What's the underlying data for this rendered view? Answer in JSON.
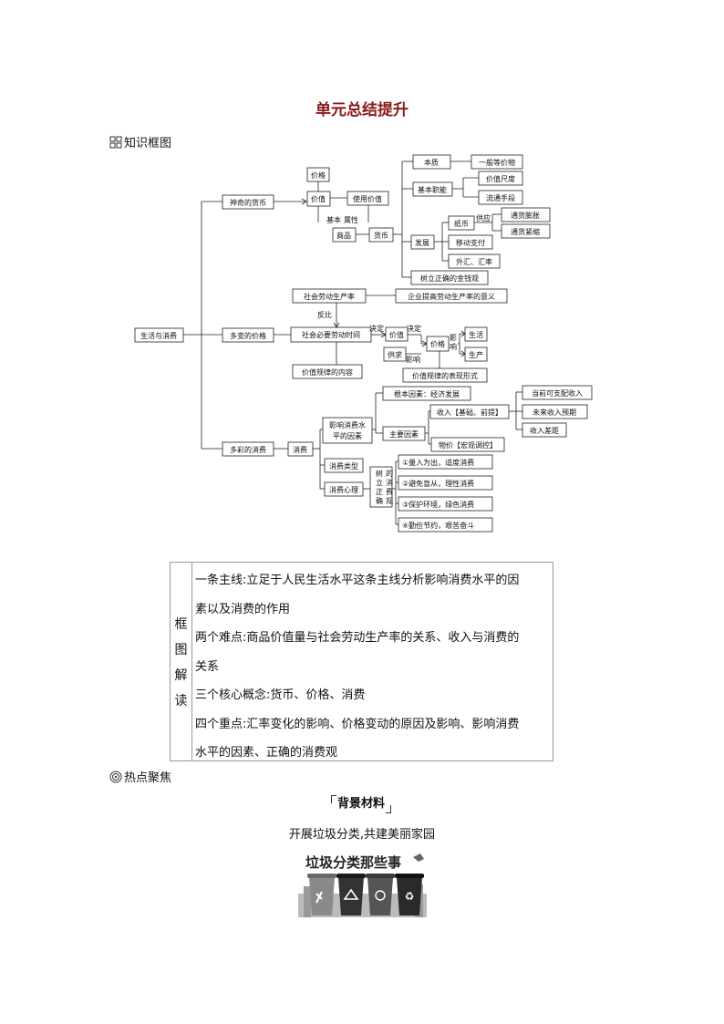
{
  "title": "单元总结提升",
  "section1": "知识框图",
  "section2": "热点聚焦",
  "mindmap": {
    "root": "生活与消费",
    "b1": "神奇的货币",
    "b2": "多变的价格",
    "b3": "多彩的消费",
    "jiage": "价格",
    "jiazhi": "价值",
    "shiyong": "使用价值",
    "jiben": "基本",
    "shuxing": "属性",
    "shangpin": "商品",
    "huobi": "货币",
    "benzhi": "本质",
    "yiban": "一般等价物",
    "jibenzhineng": "基本职能",
    "chidu": "价值尺度",
    "liutong": "流通手段",
    "fazhan": "发展",
    "zhibi": "纸币",
    "gongying": "供应",
    "pengzhang": "通货膨胀",
    "jinsuo": "通货紧缩",
    "yidong": "移动支付",
    "waihui": "外汇、汇率",
    "jinqianguan": "树立正确的金钱观",
    "shlds": "社会劳动生产率",
    "qiye": "企业提高劳动生产率的意义",
    "fanbi": "反比",
    "shbyldsj": "社会必要劳动时间",
    "jueding1": "决定",
    "jiazhi2": "价值",
    "jueding2": "决定",
    "gongqiu": "供求",
    "yingxiang": "影响",
    "jiage2": "价格",
    "ying": "影",
    "xiang": "响",
    "shenghuo": "生活",
    "shengchan": "生产",
    "jzgl_neirong": "价值规律的内容",
    "jzgl_xingshi": "价值规律的表现形式",
    "xiaofei": "消费",
    "yxxfsp1": "影响消费水",
    "yxxfsp2": "平的因素",
    "genben": "根本因素：经济发展",
    "zhuyao": "主要因素",
    "shouru": "收入【基础、前提】",
    "wujia": "物价【宏观调控】",
    "kezhipei": "当前可支配收入",
    "weilai": "未来收入预期",
    "chaju": "收入差距",
    "leixing": "消费类型",
    "xinli": "消费心理",
    "shuli": [
      "树",
      "立",
      "正",
      "确",
      "的",
      "消",
      "费",
      "观"
    ],
    "g1": "①量入为出，适度消费",
    "g2": "②避免盲从，理性消费",
    "g3": "③保护环境，绿色消费",
    "g4": "④勤俭节约，艰苦奋斗"
  },
  "interpretation": {
    "label": [
      "框",
      "图",
      "解",
      "读"
    ],
    "lines": [
      "一条主线:立足于人民生活水平这条主线分析影响消费水平的因",
      "素以及消费的作用",
      "两个难点:商品价值量与社会劳动生产率的关系、收入与消费的",
      "关系",
      "三个核心概念:货币、价格、消费",
      "四个重点:汇率变化的影响、价格变动的原因及影响、影响消费",
      "水平的因素、正确的消费观"
    ]
  },
  "background_label": "背景材料",
  "background_title": "开展垃圾分类,共建美丽家园",
  "banner_text": "垃圾分类那些事"
}
